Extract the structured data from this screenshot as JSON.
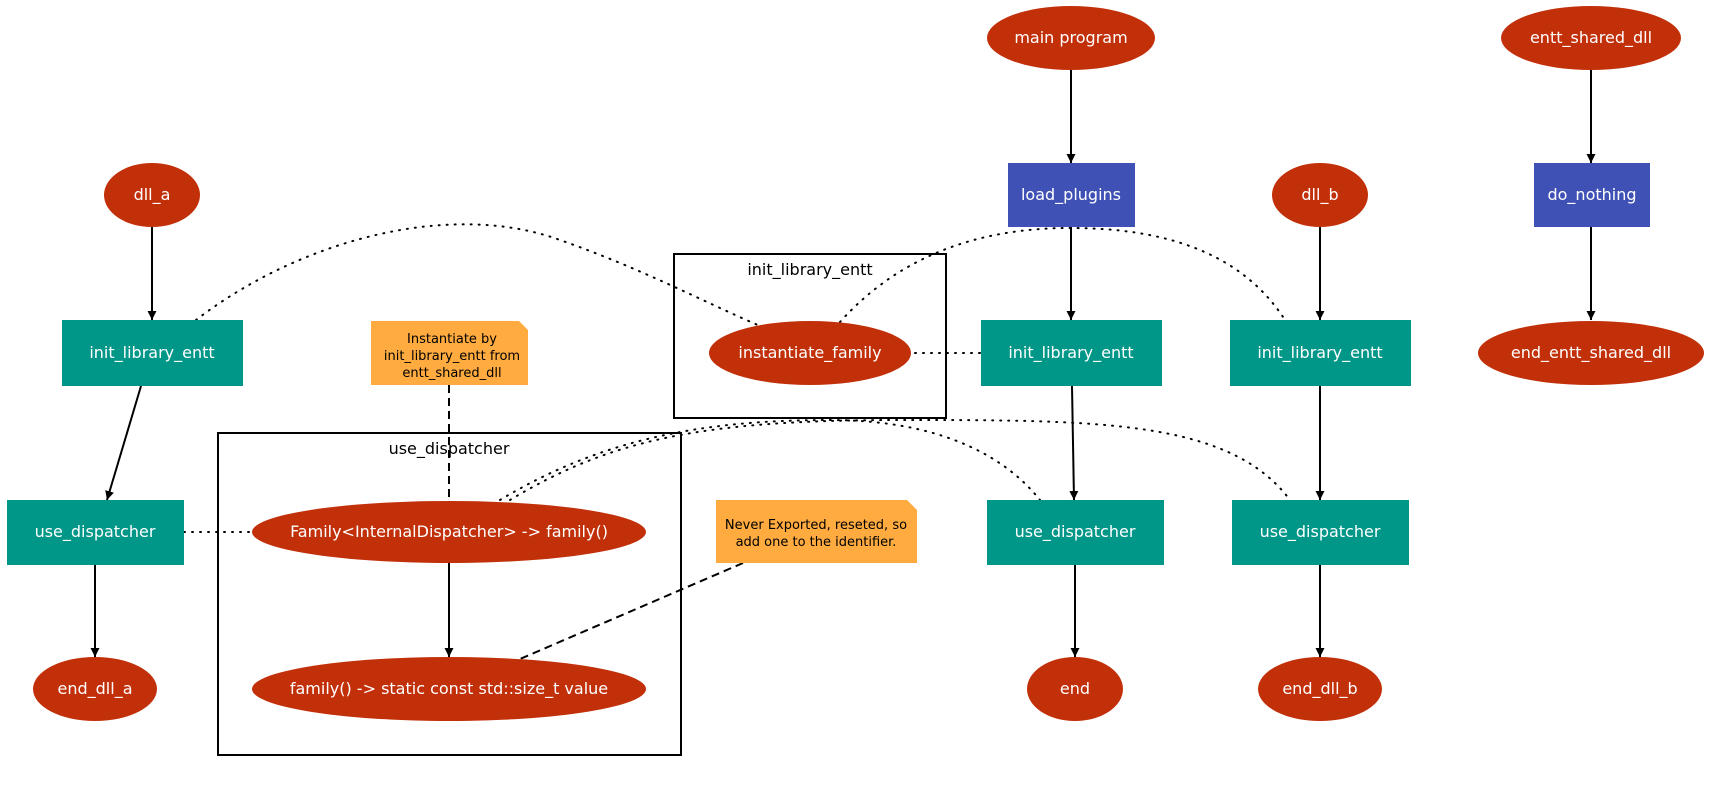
{
  "colors": {
    "ellipse": "#c2300a",
    "box_teal": "#009688",
    "box_blue": "#3f51b5",
    "note": "#ffab40",
    "text_light": "#ffffff",
    "text_dark": "#000000"
  },
  "clusters": {
    "init_cluster": {
      "label": "init_library_entt"
    },
    "use_cluster": {
      "label": "use_dispatcher"
    }
  },
  "nodes": {
    "main_program": {
      "label": "main program"
    },
    "entt_shared_dll": {
      "label": "entt_shared_dll"
    },
    "load_plugins": {
      "label": "load_plugins"
    },
    "do_nothing": {
      "label": "do_nothing"
    },
    "dll_a": {
      "label": "dll_a"
    },
    "dll_b": {
      "label": "dll_b"
    },
    "init_a": {
      "label": "init_library_entt"
    },
    "init_main": {
      "label": "init_library_entt"
    },
    "init_b": {
      "label": "init_library_entt"
    },
    "instantiate_family": {
      "label": "instantiate_family"
    },
    "end_entt_shared_dll": {
      "label": "end_entt_shared_dll"
    },
    "use_a": {
      "label": "use_dispatcher"
    },
    "use_main": {
      "label": "use_dispatcher"
    },
    "use_b": {
      "label": "use_dispatcher"
    },
    "family_fn": {
      "label": "Family<InternalDispatcher> -> family()"
    },
    "family_value": {
      "label": "family() -> static const std::size_t value"
    },
    "end_dll_a": {
      "label": "end_dll_a"
    },
    "end": {
      "label": "end"
    },
    "end_dll_b": {
      "label": "end_dll_b"
    }
  },
  "notes": {
    "note_instantiate": {
      "lines": [
        "Instantiate by",
        "init_library_entt from",
        "entt_shared_dll"
      ]
    },
    "note_exported": {
      "lines": [
        "Never Exported, reseted, so",
        "add one to the identifier."
      ]
    }
  }
}
